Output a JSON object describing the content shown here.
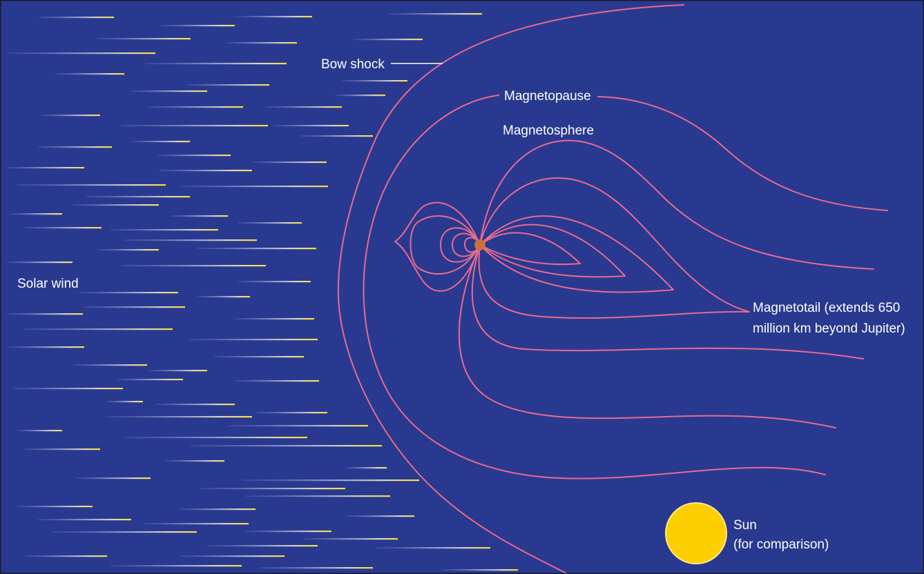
{
  "labels": {
    "bow_shock": "Bow shock",
    "magnetopause": "Magnetopause",
    "magnetosphere": "Magnetosphere",
    "solar_wind": "Solar wind",
    "magnetotail_line1": "Magnetotail (extends 650",
    "magnetotail_line2": "million km beyond Jupiter)",
    "sun_line1": "Sun",
    "sun_line2": "(for comparison)"
  },
  "colors": {
    "background": "#29398f",
    "field_lines": "#e96a8f",
    "label_text": "#ffffff",
    "sun": "#fdcf00",
    "sun_outline": "#ffe98a",
    "jupiter": "#c8733a",
    "solar_wind_head": "#ffdd33"
  }
}
